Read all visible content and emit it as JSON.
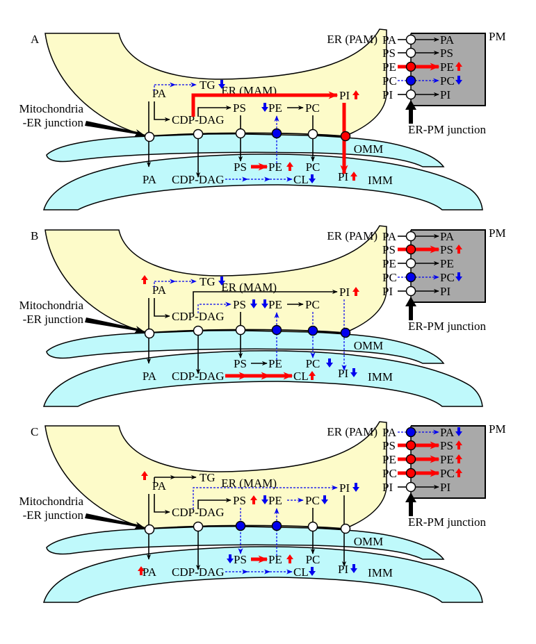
{
  "colors": {
    "er": "#fdfbc9",
    "mito": "#bff9fb",
    "pm": "#a9a9a9",
    "up": "#ff0000",
    "down": "#0000ee",
    "normal": "#000000"
  },
  "labels": {
    "er_mam": "ER (MAM)",
    "er_pam": "ER (PAM)",
    "pm": "PM",
    "omm": "OMM",
    "imm": "IMM",
    "mito_junction_line1": "Mitochondria",
    "mito_junction_line2": "-ER junction",
    "erpm_junction": "ER-PM junction"
  },
  "panels": [
    {
      "id": "A",
      "er": {
        "pa": "",
        "tg": "down",
        "ps": "",
        "pe": "down",
        "pc": "",
        "pi": "up",
        "pa_to_tg": "down",
        "cdp_to_ps": "normal",
        "pe_to_pc": "normal",
        "cdp_to_pi": "up"
      },
      "transport": {
        "pa": "white",
        "cdp": "white",
        "ps": "white",
        "pe": "blue",
        "pc": "white",
        "pi": "red"
      },
      "transport_dir": {
        "pe": "up"
      },
      "imm": {
        "pa": "",
        "ps": "",
        "pe": "up",
        "pc": "",
        "cl": "down",
        "pi": "up",
        "ps_to_pe": "up",
        "cdp_to_cl": "down"
      },
      "pm": [
        {
          "lipid": "PA",
          "state": "normal",
          "change": ""
        },
        {
          "lipid": "PS",
          "state": "normal",
          "change": ""
        },
        {
          "lipid": "PE",
          "state": "up",
          "change": "up"
        },
        {
          "lipid": "PC",
          "state": "down",
          "change": "down"
        },
        {
          "lipid": "PI",
          "state": "normal",
          "change": ""
        }
      ]
    },
    {
      "id": "B",
      "er": {
        "pa": "up",
        "tg": "down",
        "ps": "down",
        "pe": "down",
        "pc": "",
        "pi": "up",
        "pa_to_tg": "down",
        "cdp_to_ps": "down",
        "pe_to_pc": "normal",
        "cdp_to_pi": "normal"
      },
      "transport": {
        "pa": "white",
        "cdp": "white",
        "ps": "white",
        "pe": "blue",
        "pc": "blue",
        "pi": "blue"
      },
      "transport_dir": {
        "pe": "up"
      },
      "imm": {
        "pa": "",
        "ps": "",
        "pe": "",
        "pc": "down",
        "cl": "up",
        "pi": "down",
        "ps_to_pe": "normal",
        "cdp_to_cl": "up"
      },
      "pm": [
        {
          "lipid": "PA",
          "state": "normal",
          "change": ""
        },
        {
          "lipid": "PS",
          "state": "up",
          "change": "up"
        },
        {
          "lipid": "PE",
          "state": "normal",
          "change": ""
        },
        {
          "lipid": "PC",
          "state": "down",
          "change": "down"
        },
        {
          "lipid": "PI",
          "state": "normal",
          "change": ""
        }
      ]
    },
    {
      "id": "C",
      "er": {
        "pa": "up",
        "tg": "",
        "ps": "up",
        "pe": "down",
        "pc": "down",
        "pi": "down",
        "pa_to_tg": "normal",
        "cdp_to_ps": "normal",
        "pe_to_pc": "down",
        "cdp_to_pi": "down"
      },
      "transport": {
        "pa": "white",
        "cdp": "white",
        "ps": "blue",
        "pe": "blue",
        "pc": "white",
        "pi": "white"
      },
      "transport_dir": {
        "pe": "up"
      },
      "imm": {
        "pa": "up",
        "ps": "down",
        "pe": "up",
        "pc": "",
        "cl": "down",
        "pi": "down",
        "ps_to_pe": "up",
        "cdp_to_cl": "down"
      },
      "pm": [
        {
          "lipid": "PA",
          "state": "down",
          "change": "down"
        },
        {
          "lipid": "PS",
          "state": "up",
          "change": "up"
        },
        {
          "lipid": "PE",
          "state": "up",
          "change": "up"
        },
        {
          "lipid": "PC",
          "state": "up",
          "change": "up"
        },
        {
          "lipid": "PI",
          "state": "normal",
          "change": ""
        }
      ]
    }
  ],
  "lipid_names": {
    "pa": "PA",
    "tg": "TG",
    "cdp": "CDP-DAG",
    "ps": "PS",
    "pe": "PE",
    "pc": "PC",
    "pi": "PI",
    "cl": "CL"
  }
}
